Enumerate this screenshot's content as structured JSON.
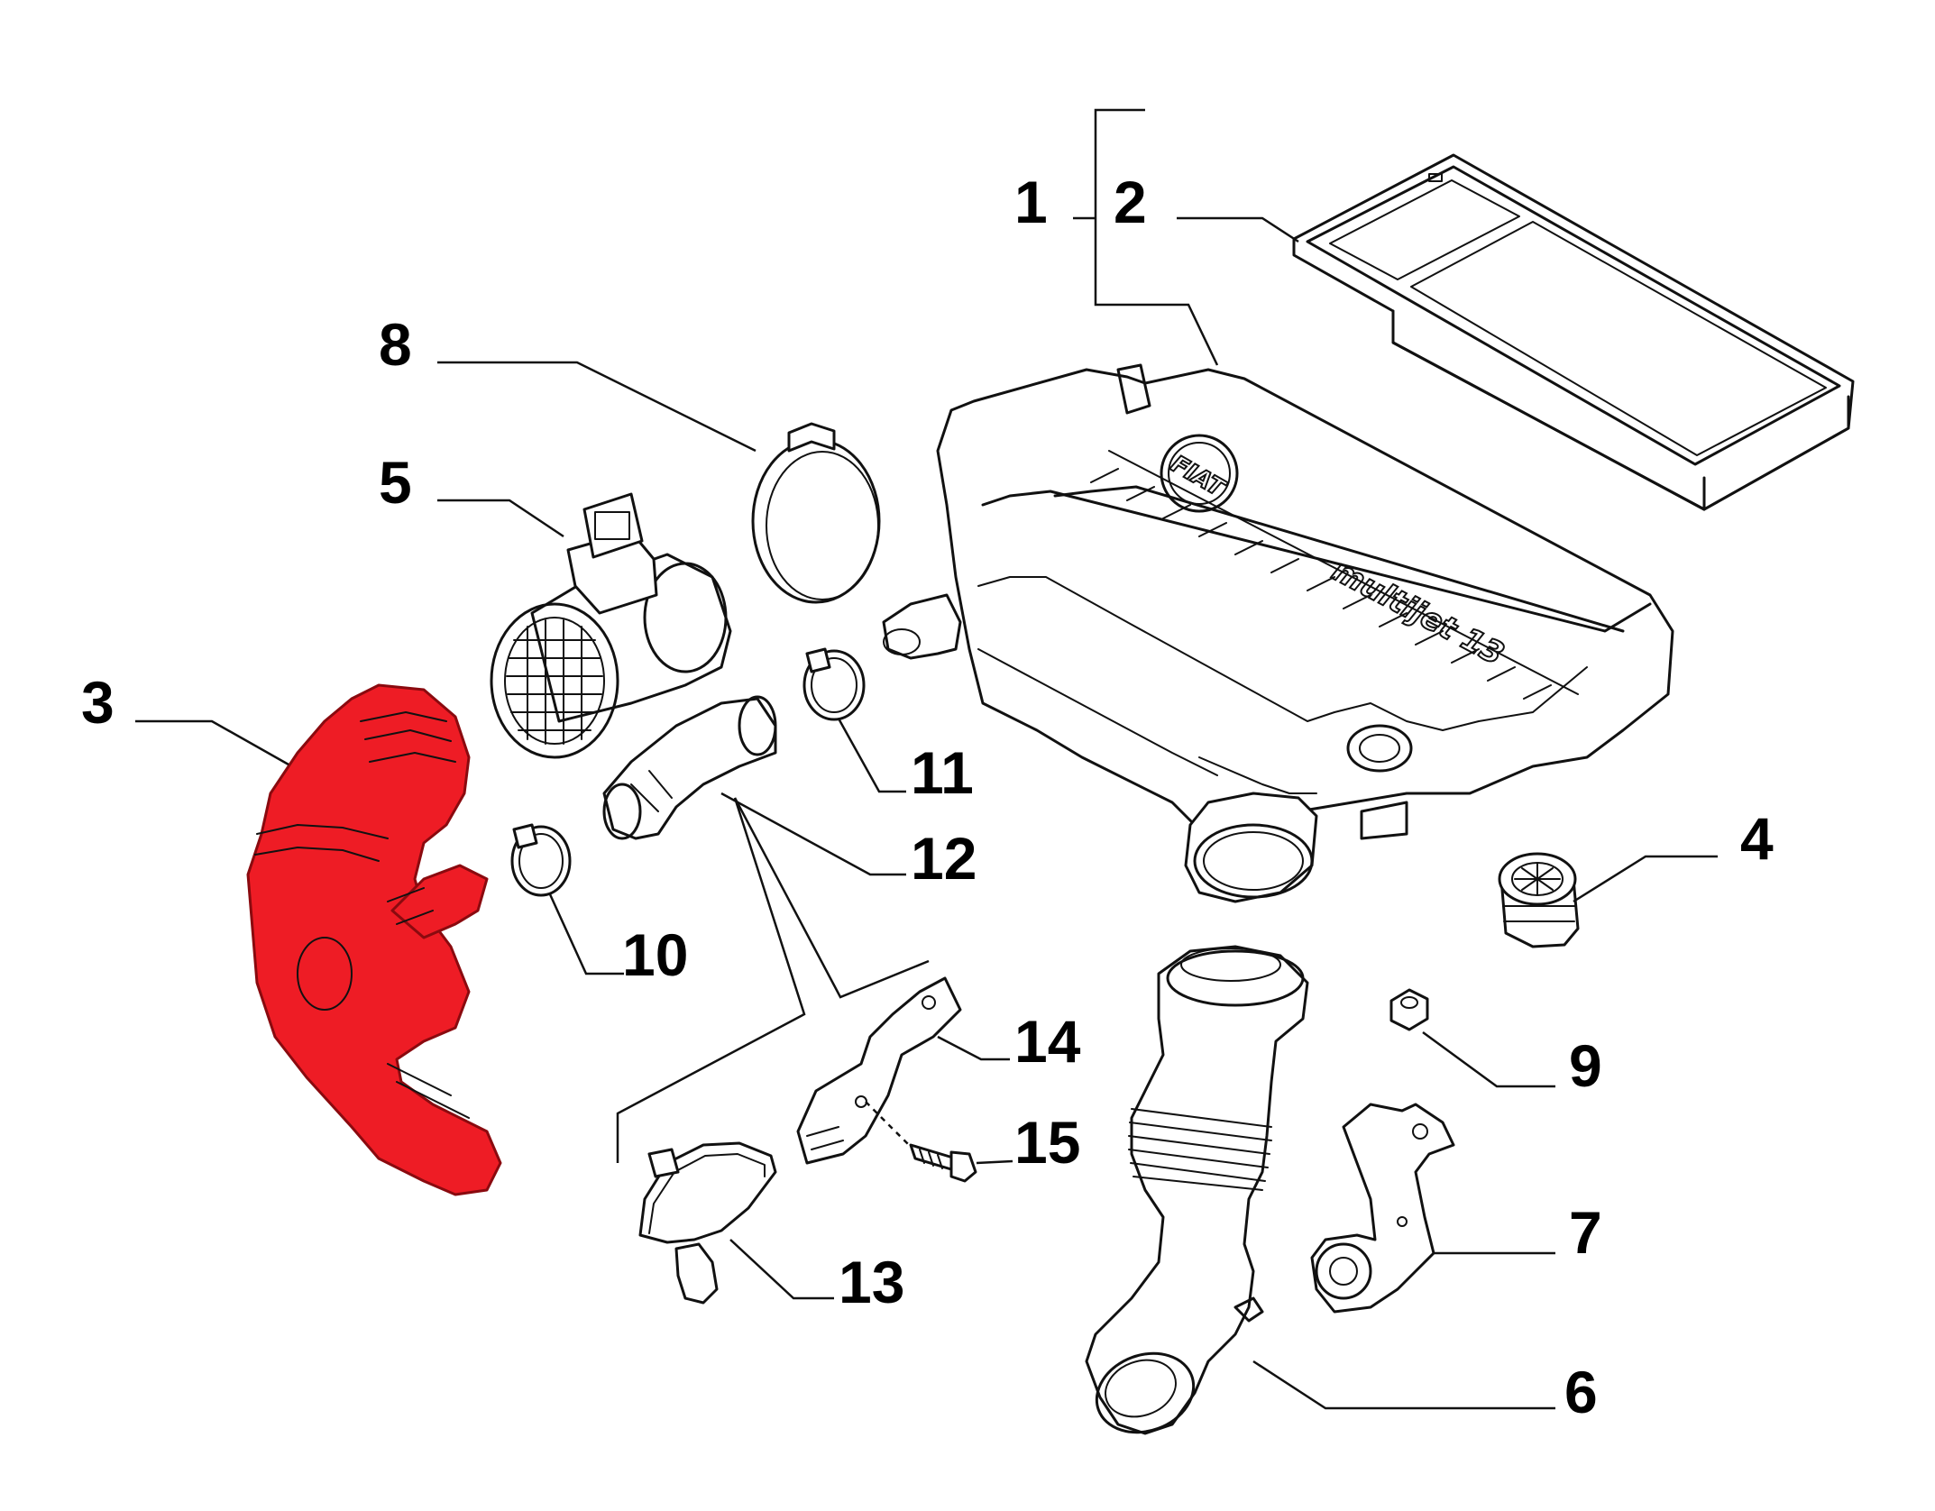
{
  "diagram": {
    "highlight_color": "#ee1c25",
    "line_color": "#111111",
    "background_color": "#ffffff",
    "callouts": [
      {
        "label": "1"
      },
      {
        "label": "2"
      },
      {
        "label": "3"
      },
      {
        "label": "4"
      },
      {
        "label": "5"
      },
      {
        "label": "6"
      },
      {
        "label": "7"
      },
      {
        "label": "8"
      },
      {
        "label": "9"
      },
      {
        "label": "10"
      },
      {
        "label": "11"
      },
      {
        "label": "12"
      },
      {
        "label": "13"
      },
      {
        "label": "14"
      },
      {
        "label": "15"
      }
    ],
    "highlighted_part": "3",
    "housing_logo_text": "multijet 13",
    "badge_logo_text": "FIAT"
  }
}
